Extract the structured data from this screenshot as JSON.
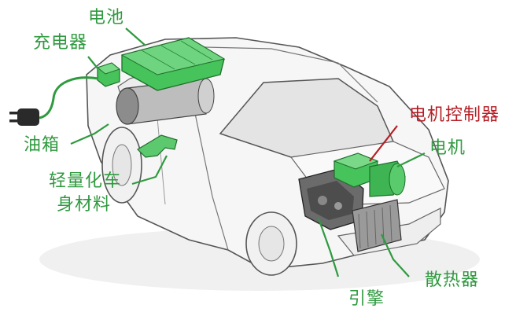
{
  "colors": {
    "label_green": "#2f9a3f",
    "label_red": "#b51d24",
    "component_green": "#46c35a",
    "car_outline": "#555555",
    "car_fill": "#f4f4f4",
    "window_fill": "#e2e2e2"
  },
  "labels": {
    "battery": "电池",
    "charger": "充电器",
    "fuel_tank": "油箱",
    "lightweight_line1": "轻量化车",
    "lightweight_line2": "身材料",
    "motor_controller": "电机控制器",
    "motor": "电机",
    "engine": "引擎",
    "radiator": "散热器"
  },
  "icons": {
    "plug": "power-plug-icon"
  }
}
